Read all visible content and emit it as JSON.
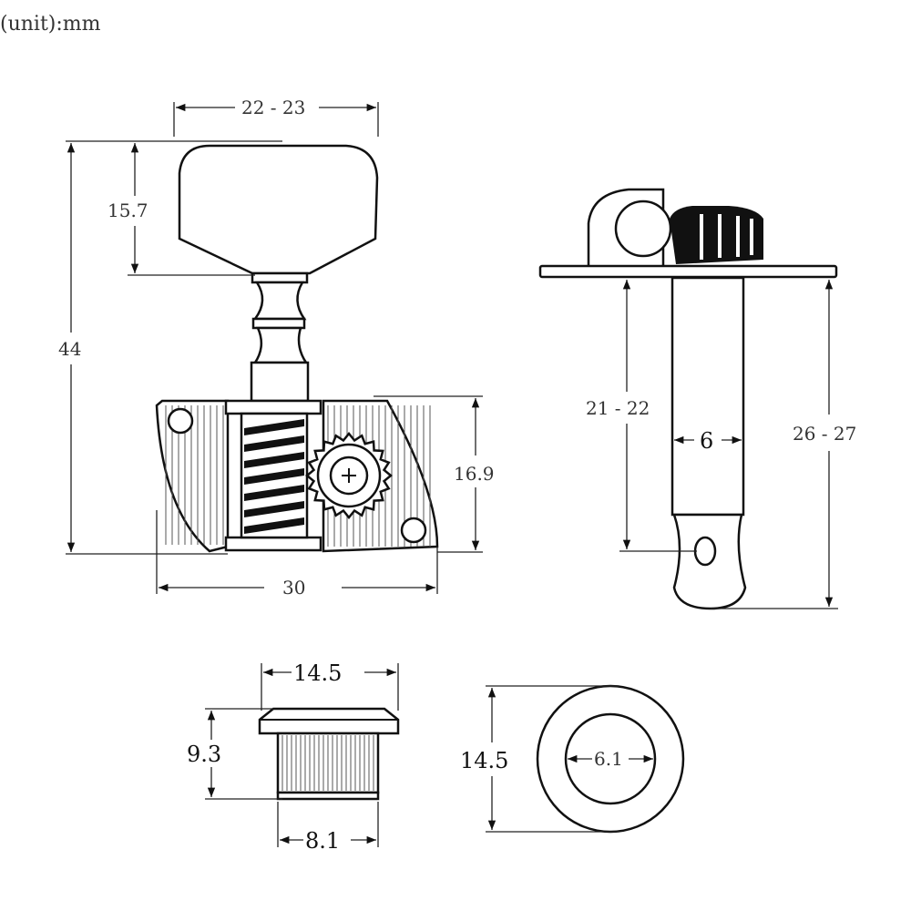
{
  "unit_label": "(unit):mm",
  "tuner_front": {
    "knob_width": "22 - 23",
    "knob_height": "15.7",
    "total_height": "44",
    "housing_height": "16.9",
    "housing_width": "30"
  },
  "tuner_side": {
    "post_length": "21 - 22",
    "post_diameter": "6",
    "post_total": "26 - 27"
  },
  "bushing": {
    "flange_diameter": "14.5",
    "height": "9.3",
    "body_diameter": "8.1"
  },
  "washer": {
    "outer_diameter": "14.5",
    "inner_diameter": "6.1"
  }
}
